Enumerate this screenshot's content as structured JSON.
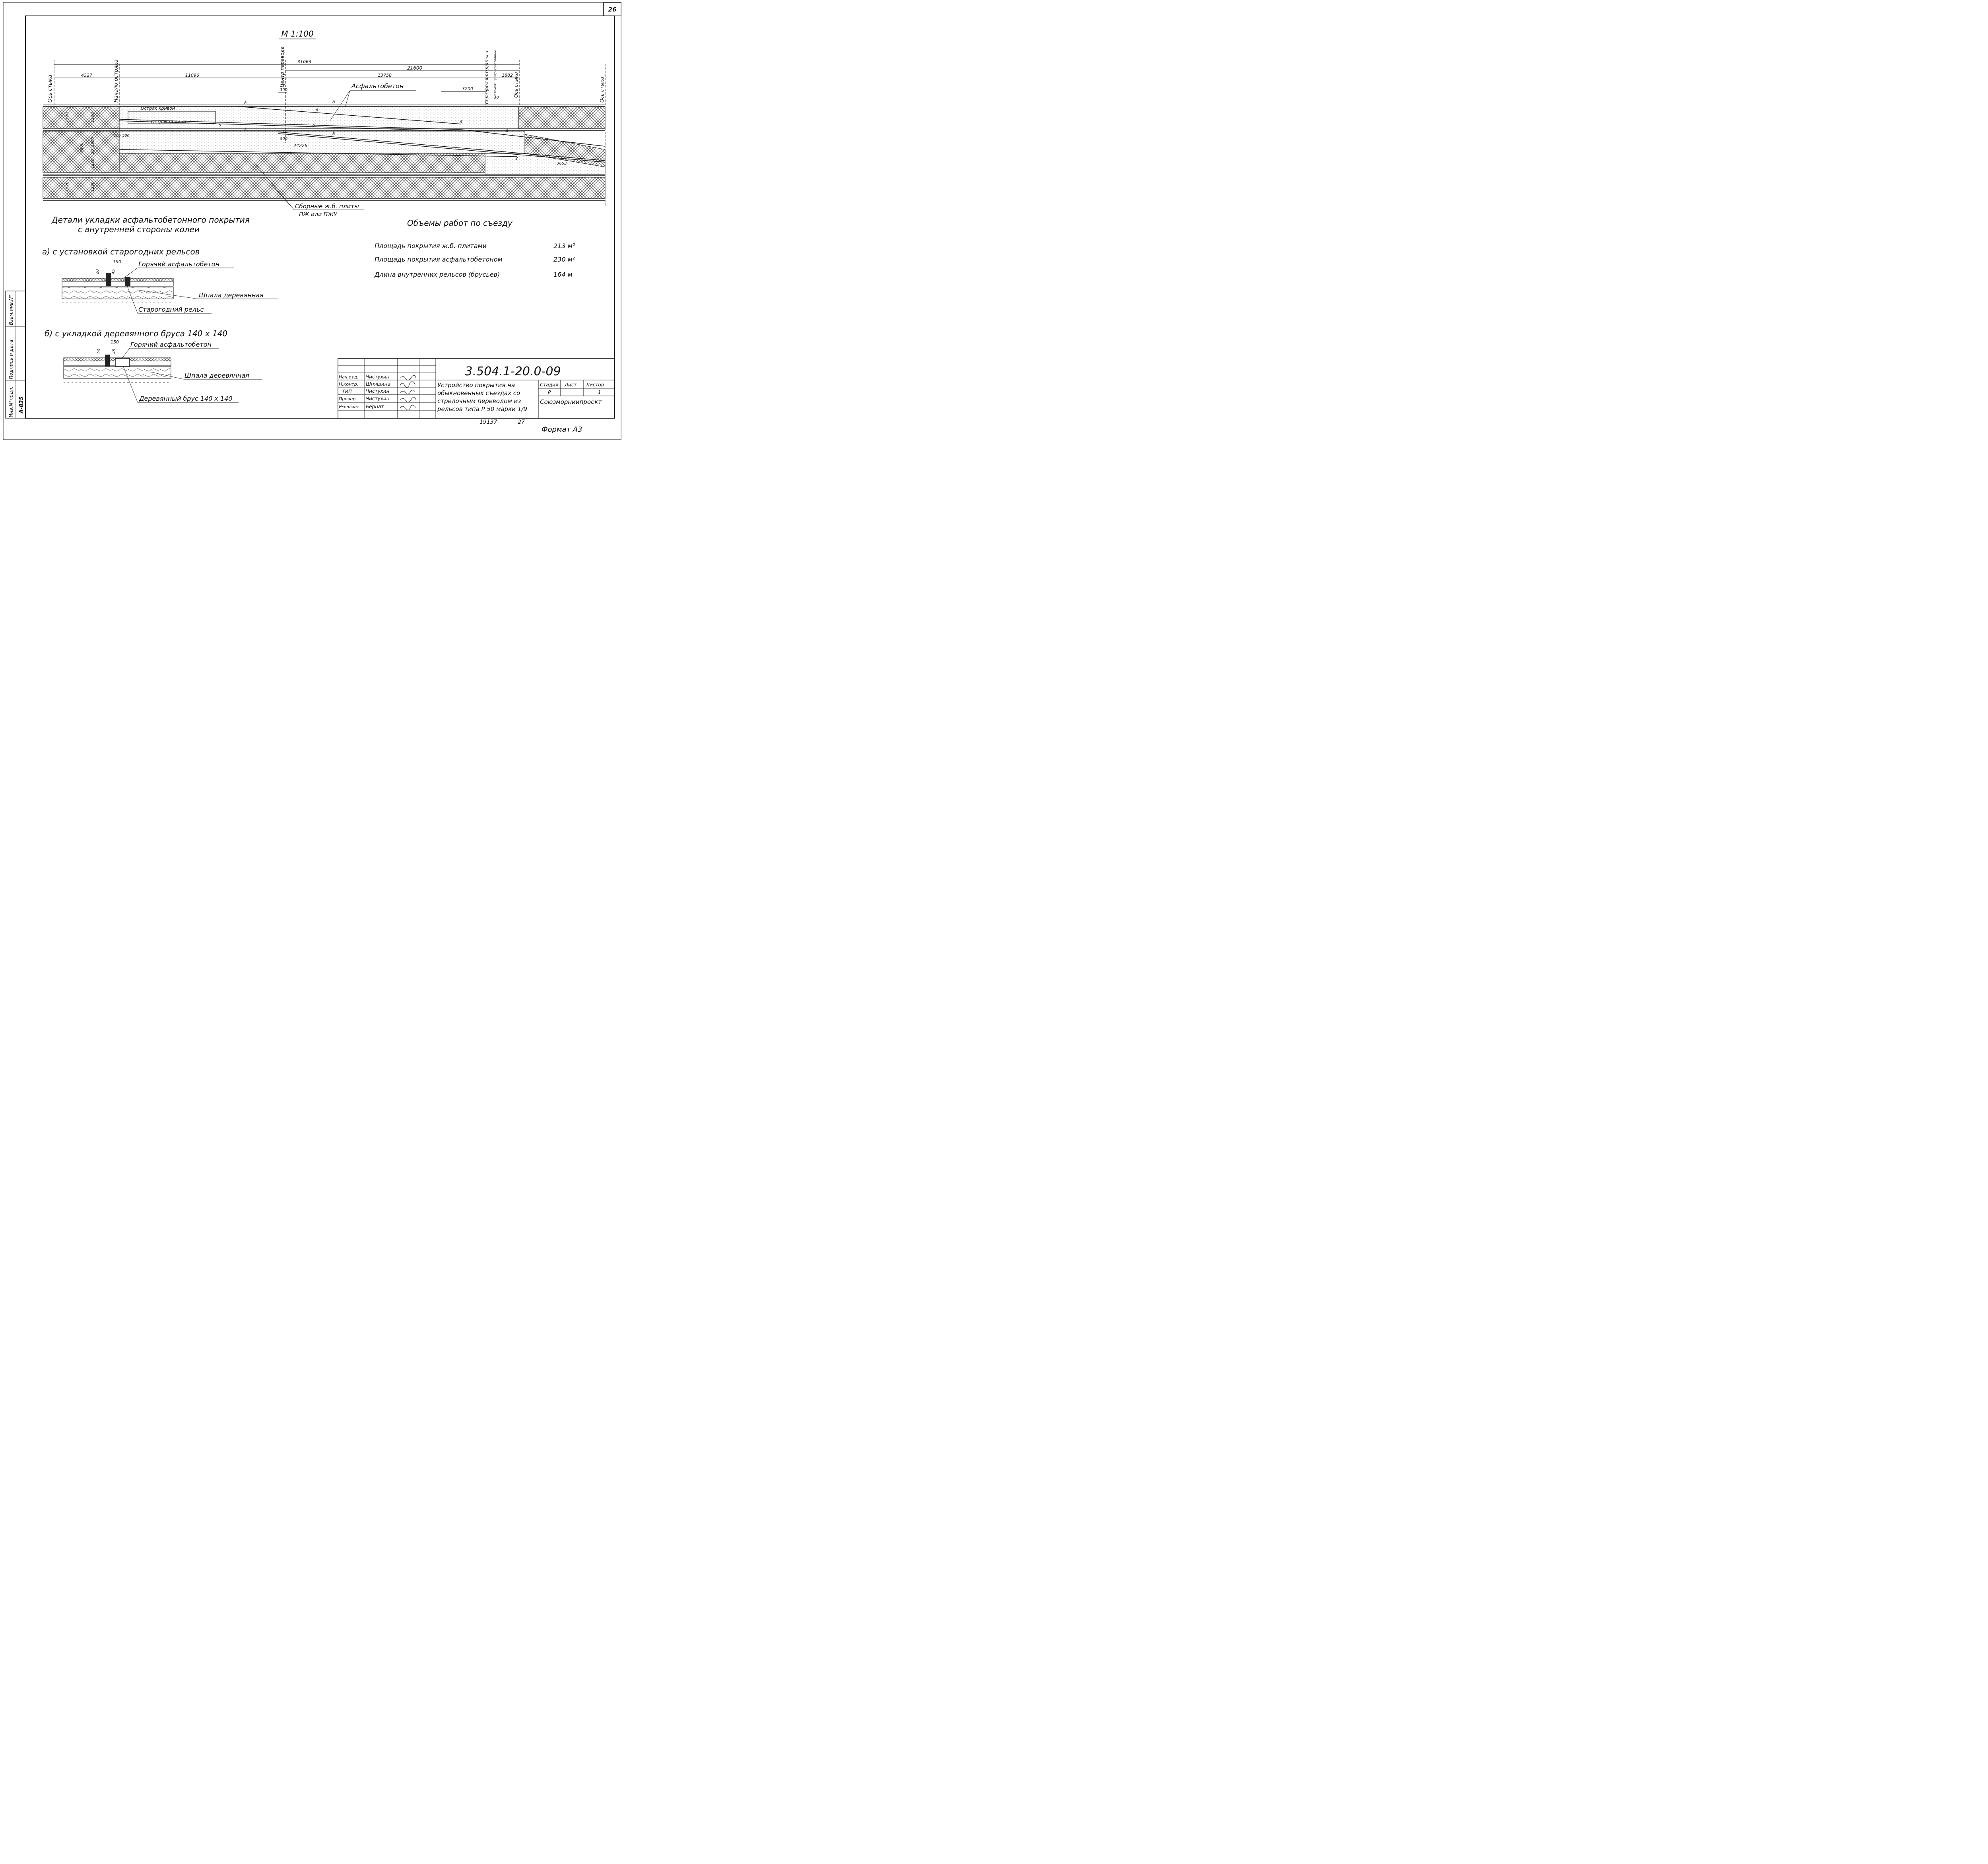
{
  "sheet_number": "26",
  "scale": "М 1:100",
  "plan": {
    "dims_top": {
      "d31063": "31063",
      "d21600": "21600",
      "d4327": "4327",
      "d11096": "11096",
      "d13758": "13758",
      "d1882": "1882",
      "d3200": "3200",
      "d300": "300",
      "d38": "38"
    },
    "vertical_labels": {
      "joint_axis_left": "Ось стыка",
      "wit_start": "Начало остряка",
      "switch_center": "Центр перевода",
      "frog_mid": "Середина контррельса",
      "math_center": "математ. центр крестовины",
      "joint_axis_right": "Ось стыка",
      "joint_axis_far": "Ось стыка"
    },
    "asphalt_label": "Асфальтобетон",
    "curved_blade": "Остряк кривой",
    "straight_blade": "Остряк прямой",
    "dims_small": {
      "d24226": "24226",
      "d500": "500",
      "d100": "100",
      "d500b": "500",
      "d3653": "3653"
    },
    "left_dims": {
      "d1520a": "1520",
      "d1230a": "1230",
      "d1600": "1600",
      "d20": "20",
      "d1230b": "1230",
      "d1230c": "1230",
      "d1520b": "1520",
      "d4800": "4800"
    },
    "rail_marks": {
      "m8": "8",
      "m6": "6",
      "m5": "5"
    },
    "slabs_label_1": "Сборные ж.б. плиты",
    "slabs_label_2": "ПЖ или ПЖУ"
  },
  "details": {
    "title_1": "Детали укладки асфальтобетонного покрытия",
    "title_2": "с внутренней стороны колеи",
    "a": {
      "heading": "а) с установкой старогодних рельсов",
      "dim_190": "190",
      "dim_20": "20",
      "dim_45": "45",
      "hot_asphalt": "Горячий асфальтобетон",
      "sleeper": "Шпала деревянная",
      "old_rail": "Старогодний рельс"
    },
    "b": {
      "heading": "б) с укладкой деревянного бруса 140 х 140",
      "dim_150": "150",
      "dim_20": "20",
      "dim_45": "45",
      "hot_asphalt": "Горячий асфальтобетон",
      "sleeper": "Шпала деревянная",
      "beam": "Деревянный брус 140 х 140"
    }
  },
  "volumes": {
    "title": "Объемы работ по съезду",
    "rows": [
      {
        "label": "Площадь покрытия ж.б. плитами",
        "value": "213 м²"
      },
      {
        "label": "Площадь покрытия асфальтобетоном",
        "value": "230 м²"
      },
      {
        "label": "Длина внутренних рельсов (брусьев)",
        "value": "164 м"
      }
    ]
  },
  "title_block": {
    "code": "3.504.1-20.0-09",
    "description_lines": [
      "Устройство покрытия на",
      "обыкновенных съездах со",
      "стрелочным переводом из",
      "рельсов типа Р 50 марки 1/9"
    ],
    "roles": [
      {
        "role": "Нач.отд.",
        "name": "Чистухин"
      },
      {
        "role": "Н.контр.",
        "name": "Шпяшина"
      },
      {
        "role": "ГИП",
        "name": "Чистухин"
      },
      {
        "role": "Провер.",
        "name": "Чистухин"
      },
      {
        "role": "Исполнит.",
        "name": "Бернат"
      }
    ],
    "stage_header": "Стадия",
    "sheet_header": "Лист",
    "sheets_header": "Листов",
    "stage_value": "Р",
    "sheets_value": "1",
    "organization": "Союзморниипроект"
  },
  "side_stamp": {
    "inv_label": "Инв.N°подл.",
    "sign_label": "Подпись и дата",
    "replace_label": "Взам.инв.N°",
    "inv_value": "А-835"
  },
  "bottom_numbers": {
    "n1": "19137",
    "n2": "27"
  },
  "format": "Формат А3"
}
